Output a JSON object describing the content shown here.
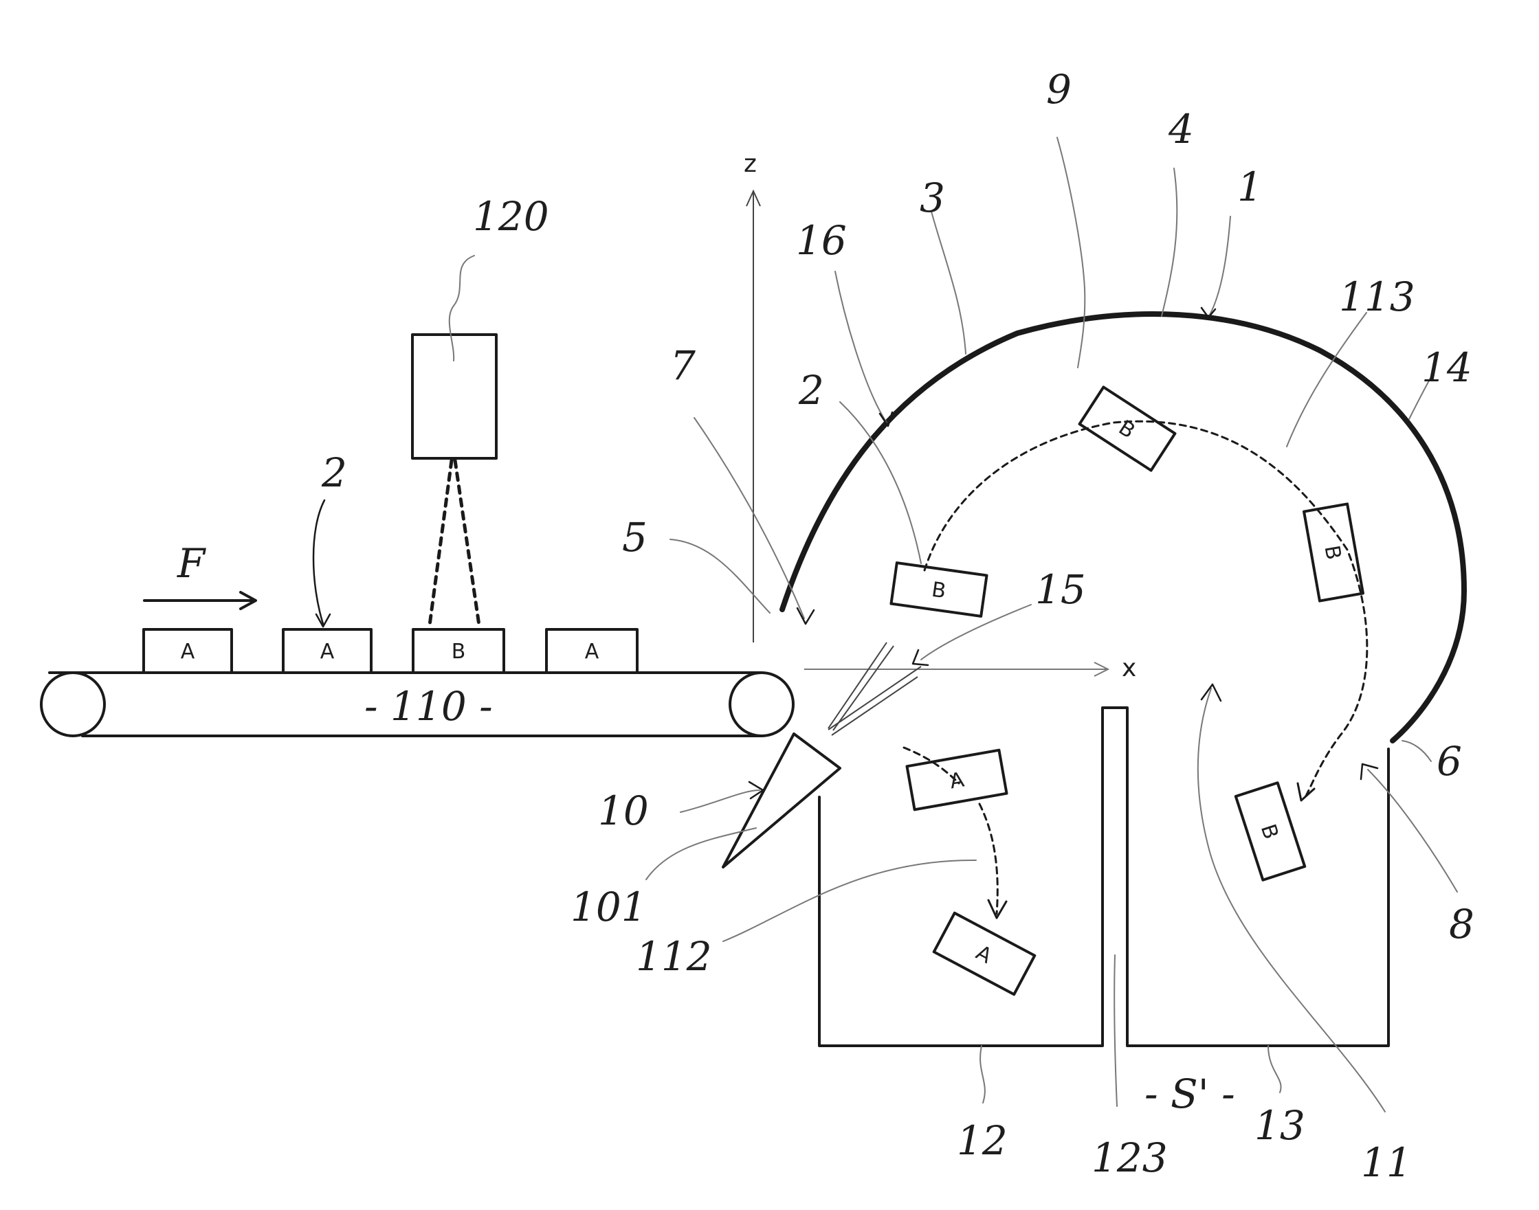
{
  "diagram": {
    "labels": {
      "conveyor": "- 110 -",
      "camera": "120",
      "product_ref_left": "2",
      "product_ref_right": "2",
      "flow": "F",
      "z_axis": "z",
      "x_axis": "x",
      "housing": "1",
      "outer_wall": "3",
      "top_wall": "4",
      "inlet_edge": "5",
      "outlet_edge": "6",
      "inlet": "7",
      "outlet": "8",
      "inner_space": "9",
      "ejector": "10",
      "nozzle": "101",
      "trajectory_b_return": "11",
      "bin_a": "12",
      "bin_b": "13",
      "separator": "123",
      "curved_end": "14",
      "jet": "15",
      "surface": "16",
      "trajectory_a": "112",
      "trajectory_b": "113",
      "zone": "- S' -"
    },
    "products": {
      "belt": [
        "A",
        "A",
        "B",
        "A"
      ],
      "in_flight_b": [
        "B",
        "B",
        "B",
        "B"
      ],
      "in_flight_a": [
        "A",
        "A"
      ]
    }
  }
}
